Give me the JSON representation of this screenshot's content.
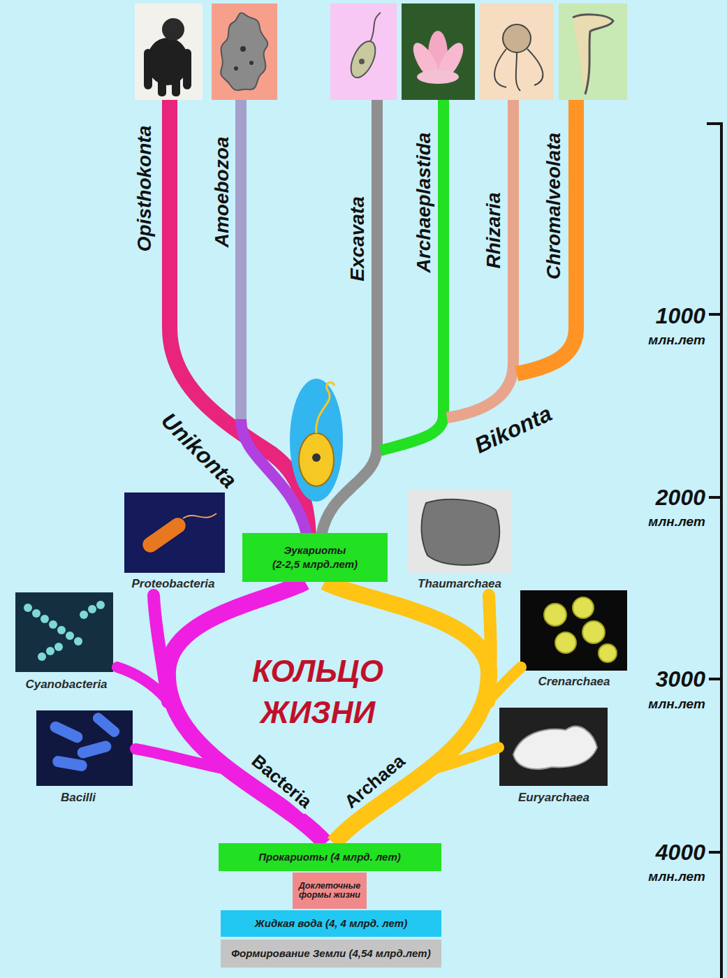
{
  "diagram": {
    "nodes": [
      {
        "text": [
          "Эукариоты",
          "(2-2,5 млрд.лет)"
        ]
      },
      {
        "text": [
          "Прокариоты (4 млрд. лет)"
        ]
      },
      {
        "text": [
          "Доклеточные формы жизни"
        ]
      },
      {
        "text": [
          "Жидкая вода (4, 4 млрд. лет)"
        ]
      },
      {
        "text": [
          "Формирование Земли (4,54 млрд.лет)"
        ]
      }
    ],
    "edges": [
      {
        "from": 1,
        "to": 0,
        "arrow": "none",
        "label": "Bacteria"
      },
      {
        "from": 1,
        "to": 0,
        "arrow": "none",
        "label": "Archaea"
      }
    ],
    "labels": [
      "Opisthokonta",
      "Amoebozoa",
      "Excavata",
      "Archaeplastida",
      "Rhizaria",
      "Chromalveolata",
      "Unikonta",
      "Bikonta",
      "Proteobacteria",
      "Thaumarchaea",
      "Cyanobacteria",
      "Crenarchaea",
      "КОЛЬЦО ЖИЗНИ",
      "Bacilli",
      "Euryarchaea",
      "1000",
      "млн.лет",
      "2000",
      "млн.лет",
      "3000",
      "млн.лет",
      "4000",
      "млн.лет"
    ]
  }
}
